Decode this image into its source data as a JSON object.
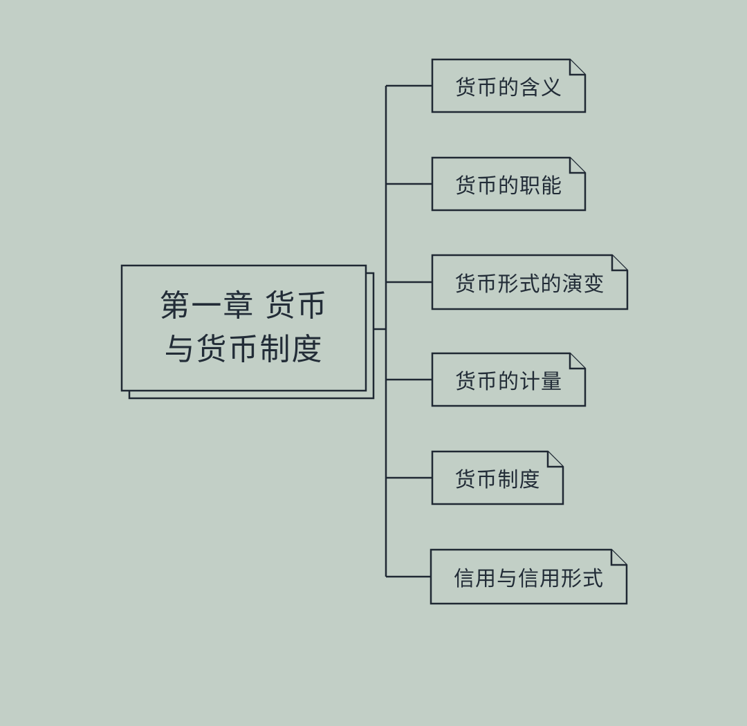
{
  "page": {
    "colors": {
      "bg": "#c2cfc6",
      "line": "#1f2833",
      "text": "#222c37"
    }
  },
  "diagram": {
    "type": "mindmap",
    "root": {
      "label": "第一章 货币与货币制度",
      "lines": [
        "第一章 货币",
        "与货币制度"
      ]
    },
    "children": [
      {
        "label": "货币的含义"
      },
      {
        "label": "货币的职能"
      },
      {
        "label": "货币形式的演变"
      },
      {
        "label": "货币的计量"
      },
      {
        "label": "货币制度"
      },
      {
        "label": "信用与信用形式"
      }
    ]
  }
}
